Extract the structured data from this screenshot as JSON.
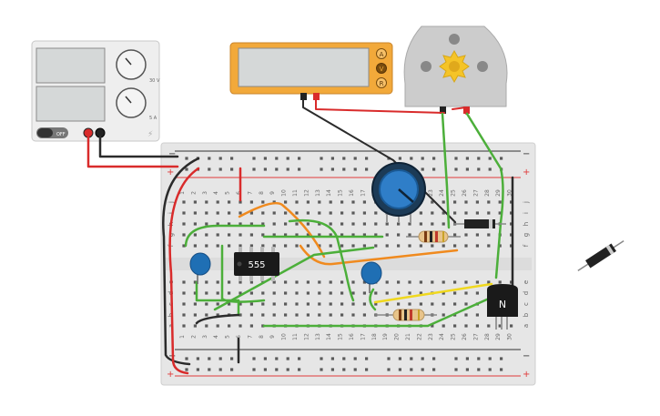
{
  "colors": {
    "supply_body": "#eeeeee",
    "meter_body": "#f2a93a",
    "motor_body": "#cccccc",
    "motor_gear": "#f5c428",
    "breadboard": "#e6e6e6",
    "rail_red": "#e03a3a",
    "rail_dark": "#333333",
    "wire_green": "#4caf3a",
    "wire_orange": "#f08a1e",
    "wire_red": "#d92b2b",
    "wire_black": "#2b2b2b",
    "wire_yellow": "#f0d81e",
    "capacitor": "#1f6fb4",
    "pot_knob": "#2f7ec8"
  },
  "power_supply": {
    "knob1_label": "30 V",
    "knob2_label": "5 A",
    "switch_label": "OFF",
    "icon": "lightning-icon"
  },
  "multimeter": {
    "modes": [
      "A",
      "V",
      "R"
    ]
  },
  "breadboard": {
    "rail_minus": "−",
    "rail_plus": "+",
    "row_letters_top": [
      "j",
      "i",
      "h",
      "g",
      "f"
    ],
    "row_letters_bottom": [
      "e",
      "d",
      "c",
      "b",
      "a"
    ],
    "column_numbers": [
      "1",
      "2",
      "3",
      "4",
      "5",
      "6",
      "7",
      "8",
      "9",
      "10",
      "11",
      "12",
      "13",
      "14",
      "15",
      "16",
      "17",
      "18",
      "19",
      "20",
      "21",
      "22",
      "23",
      "24",
      "25",
      "26",
      "27",
      "28",
      "29",
      "30"
    ]
  },
  "ic": {
    "label": "555"
  },
  "transistor": {
    "label": "N"
  }
}
